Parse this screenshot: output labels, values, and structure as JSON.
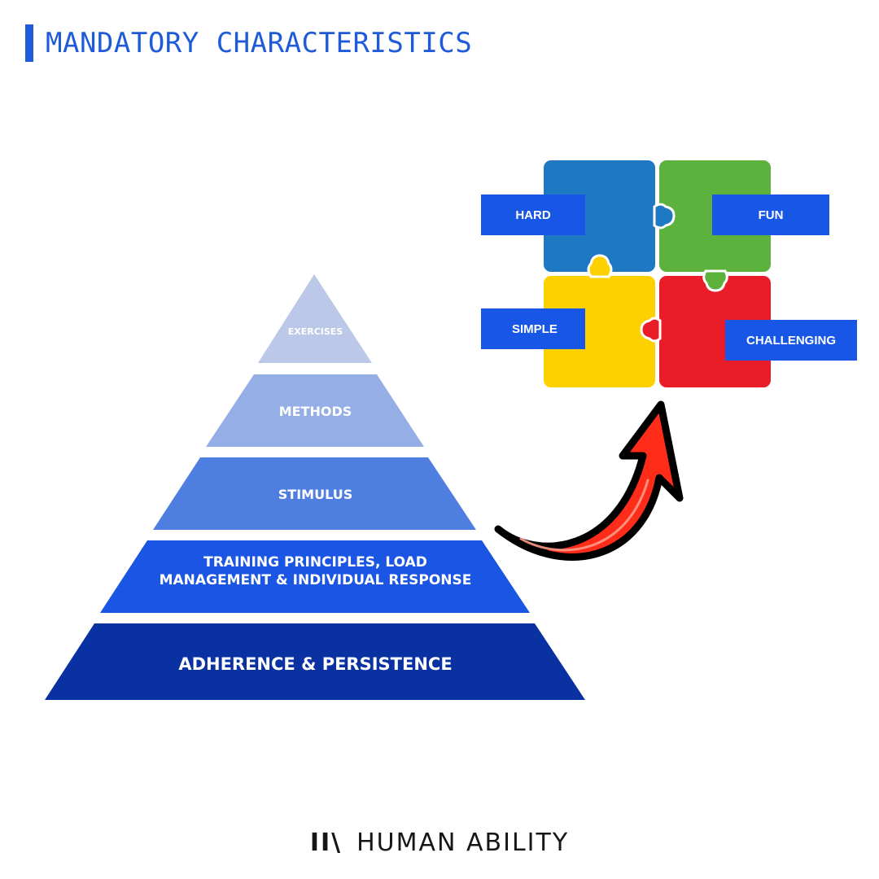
{
  "header": {
    "title": "MANDATORY CHARACTERISTICS"
  },
  "colors": {
    "accent": "#1f5bd8",
    "label_bg": "#1857e6",
    "tier_colors": [
      "#bcc8e7",
      "#95aee6",
      "#4f7ee1",
      "#1b55e4",
      "#0a31a1"
    ],
    "puzzle_colors": [
      "#1e78c2",
      "#5db23d",
      "#fdd000",
      "#ea1c27"
    ],
    "arrow_color": "#ff2c1a"
  },
  "pyramid": {
    "tiers": [
      {
        "label": "EXERCISES"
      },
      {
        "label": "METHODS"
      },
      {
        "label": "STIMULUS"
      },
      {
        "label": "TRAINING PRINCIPLES, LOAD MANAGEMENT & INDIVIDUAL RESPONSE"
      },
      {
        "label": "ADHERENCE & PERSISTENCE"
      }
    ]
  },
  "puzzle": {
    "labels": [
      "HARD",
      "FUN",
      "SIMPLE",
      "CHALLENGING"
    ]
  },
  "icons": {
    "arrow": "curved-arrow-icon",
    "puzzle": "puzzle-pieces-icon",
    "brand_mark": "human-ability-logo-icon"
  },
  "brand": {
    "mark": "II\\",
    "name": "HUMAN ABILITY"
  }
}
